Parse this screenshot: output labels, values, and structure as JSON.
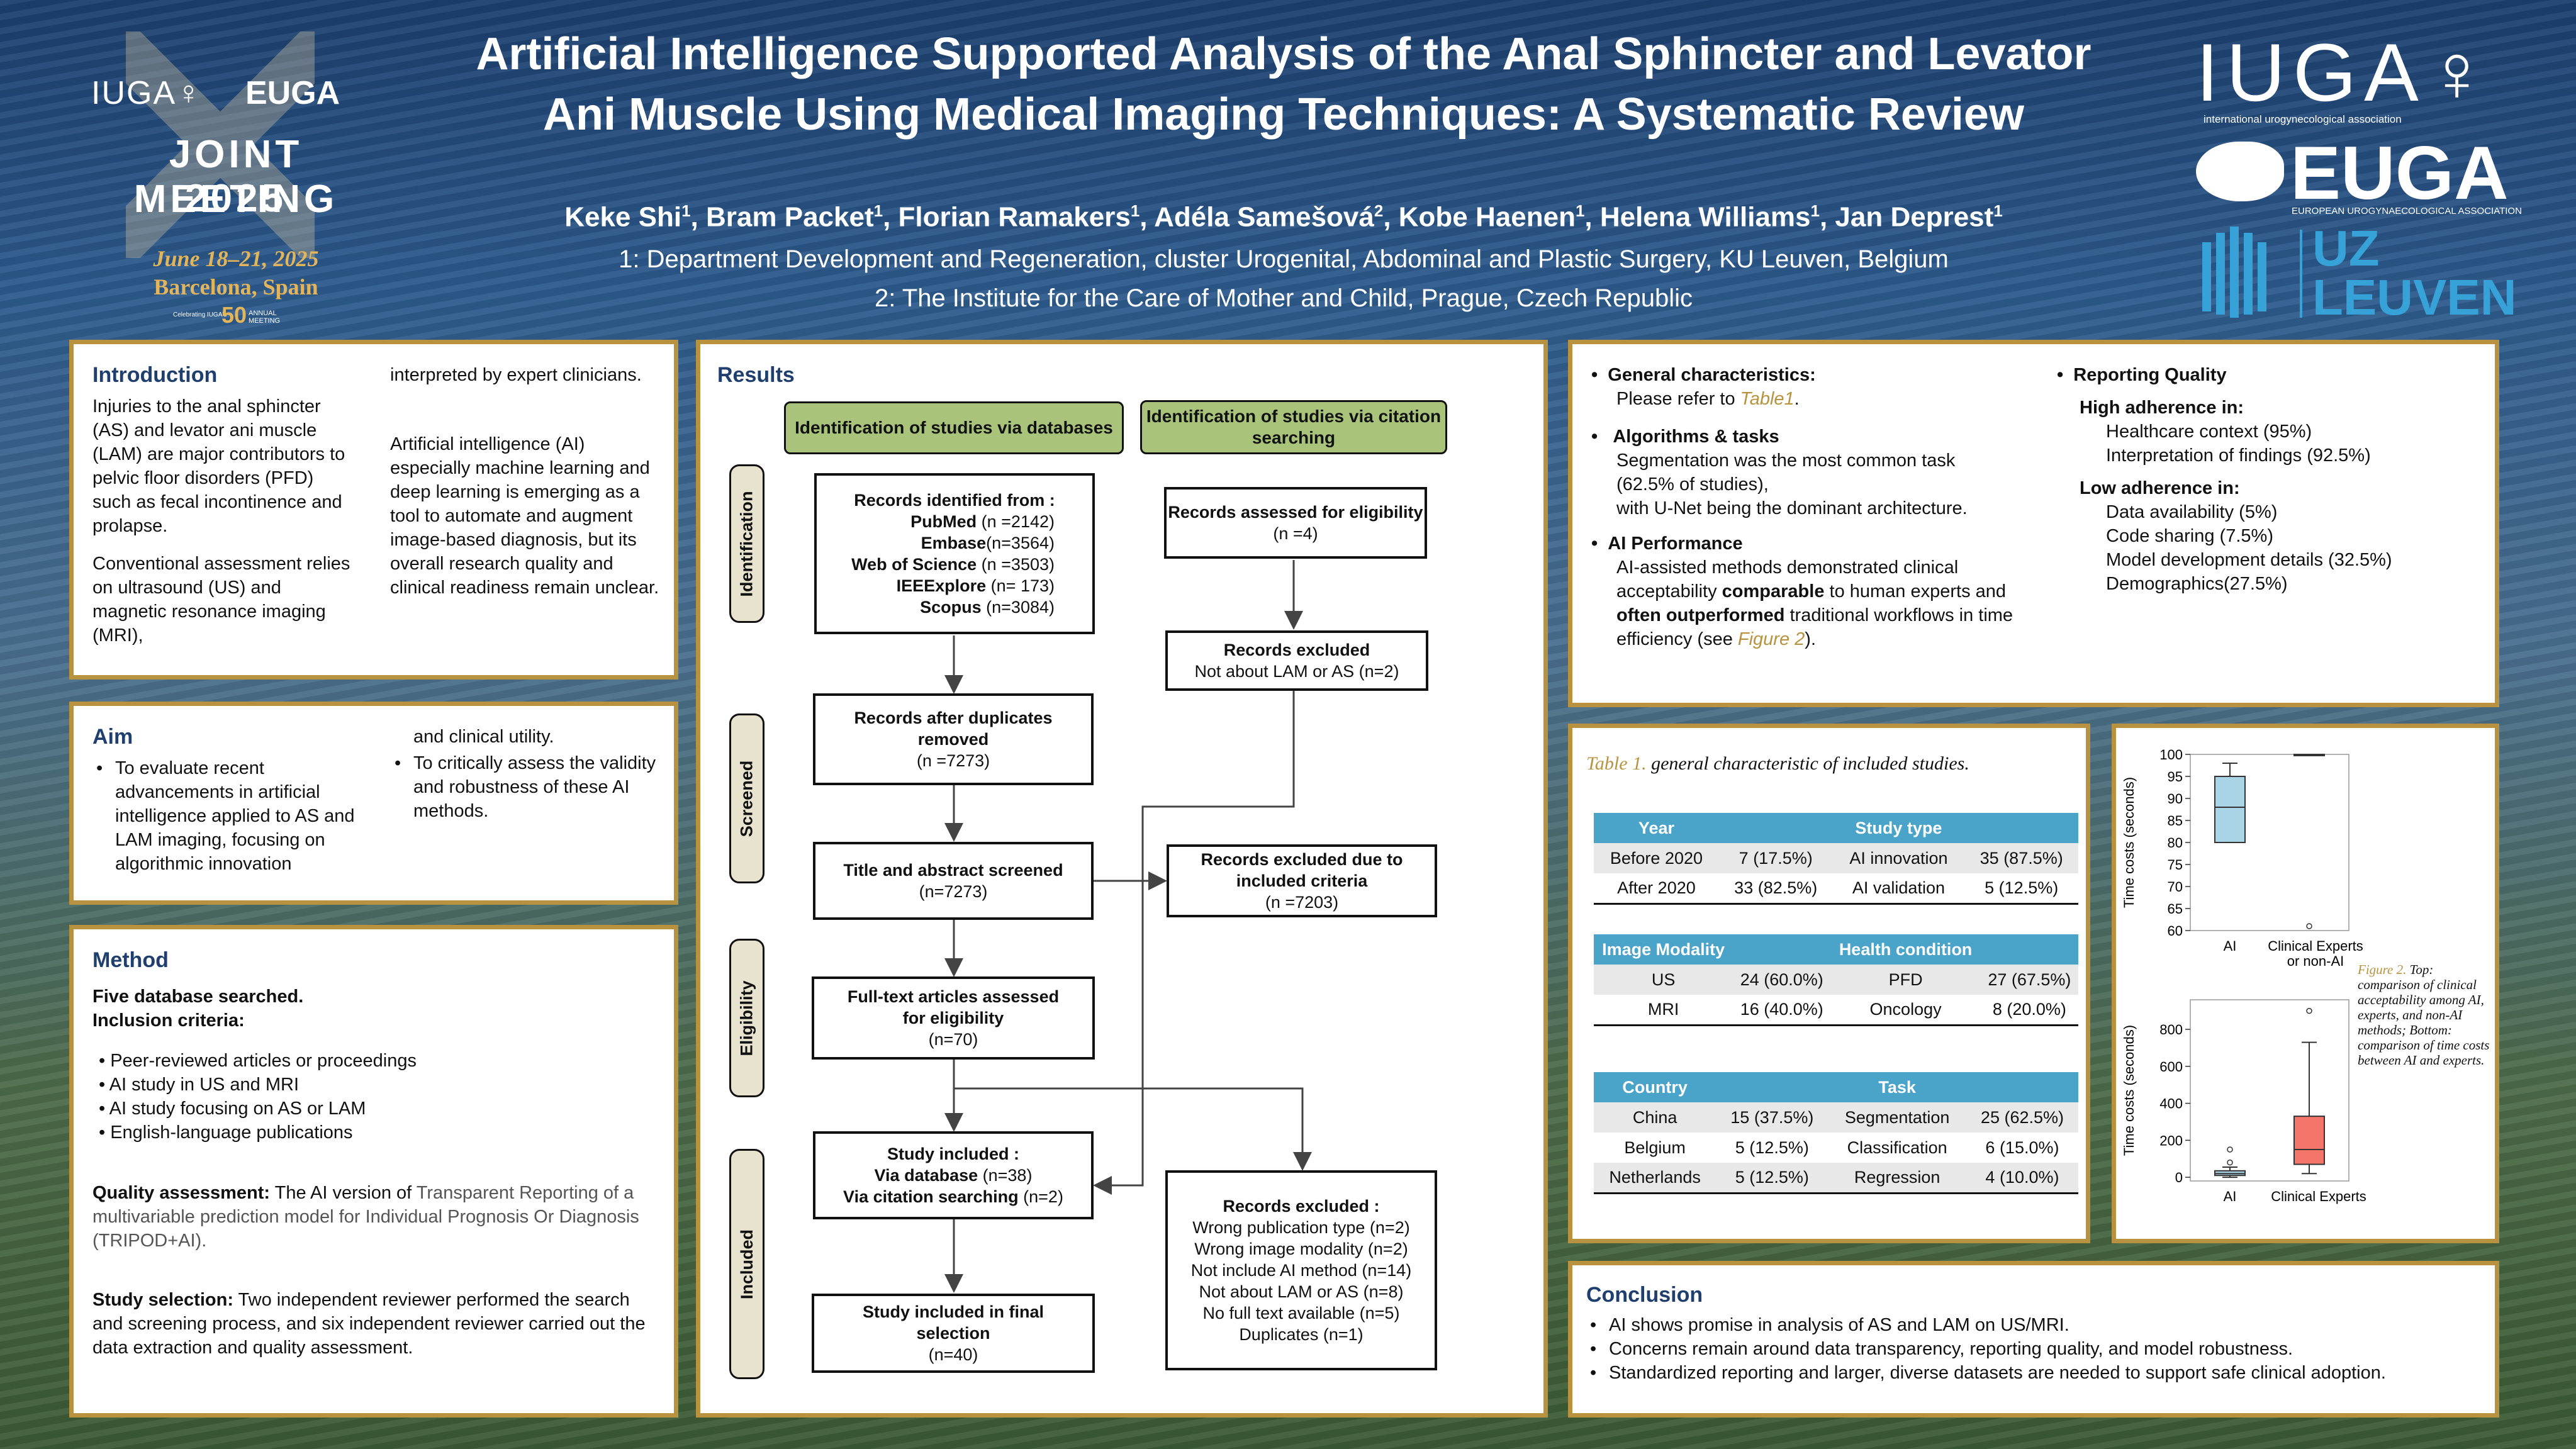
{
  "header": {
    "title": "Artificial Intelligence Supported Analysis of the Anal Sphincter and Levator Ani Muscle Using Medical Imaging Techniques: A Systematic Review",
    "authors": [
      {
        "name": "Keke Shi",
        "sup": "1"
      },
      {
        "name": "Bram Packet",
        "sup": "1"
      },
      {
        "name": "Florian Ramakers",
        "sup": "1"
      },
      {
        "name": "Adéla Samešová",
        "sup": "2"
      },
      {
        "name": "Kobe Haenen",
        "sup": "1"
      },
      {
        "name": "Helena Williams",
        "sup": "1"
      },
      {
        "name": "Jan Deprest",
        "sup": "1"
      }
    ],
    "affiliation1": "1: Department Development and Regeneration, cluster Urogenital, Abdominal and Plastic Surgery, KU Leuven, Belgium",
    "affiliation2": "2: The Institute for the Care of Mother and Child, Prague, Czech Republic"
  },
  "meeting_logo": {
    "line1": "IUGA♀",
    "line2": "EUGA",
    "main": "JOINT MEETING",
    "year": "2025",
    "dates": "June 18–21, 2025",
    "place": "Barcelona, Spain",
    "anniv_prefix": "Celebrating IUGA's",
    "anniv": "50",
    "anniv_suffix": "ANNUAL MEETING"
  },
  "right_logos": {
    "iuga": "IUGA♀",
    "iuga_sub": "international urogynecological association",
    "euga": "EUGA",
    "euga_sub": "EUROPEAN UROGYNAECOLOGICAL ASSOCIATION",
    "uz1": "UZ",
    "uz2": "LEUVEN"
  },
  "introduction": {
    "heading": "Introduction",
    "p1": "Injuries to the anal sphincter (AS) and levator ani muscle (LAM) are major contributors to pelvic floor disorders (PFD) such as fecal incontinence and prolapse.",
    "p2": "Conventional assessment relies on ultrasound (US) and magnetic resonance imaging (MRI),",
    "p3": "interpreted by expert clinicians.",
    "p4": "Artificial intelligence (AI) especially machine learning and deep learning is emerging as a tool to automate and augment image-based diagnosis, but its overall research quality and clinical readiness remain unclear."
  },
  "aim": {
    "heading": "Aim",
    "b1": "To evaluate recent advancements in artificial intelligence applied to AS and LAM imaging, focusing on algorithmic innovation",
    "b1cont": "and clinical utility.",
    "b2": "To critically assess the validity and robustness of these AI methods."
  },
  "method": {
    "heading": "Method",
    "l1": "Five database searched.",
    "l2": "Inclusion criteria:",
    "criteria": [
      "Peer-reviewed articles or proceedings",
      "AI study in US and MRI",
      "AI study focusing on AS or LAM",
      "English-language publications"
    ],
    "qa_label": "Quality assessment:",
    "qa_text1": " The AI version of ",
    "qa_text2": "Transparent Reporting of a multivariable prediction model for Individual Prognosis Or Diagnosis (TRIPOD+AI).",
    "ss_label": "Study selection:",
    "ss_text": " Two independent reviewer performed the search and screening process, and six independent reviewer carried out the data extraction and quality assessment."
  },
  "results": {
    "heading": "Results",
    "id_db": "Identification of studies via databases",
    "id_cite": "Identification of studies via citation searching",
    "stages": [
      "Identification",
      "Screened",
      "Eligibility",
      "Included"
    ],
    "rec_id_title": "Records identified from :",
    "rec_id_lines": [
      {
        "b": "PubMed",
        "t": " (n =2142)"
      },
      {
        "b": "Embase",
        "t": "(n=3564)"
      },
      {
        "b": "Web of Science",
        "t": " (n =3503)"
      },
      {
        "b": "IEEExplore",
        "t": " (n= 173)"
      },
      {
        "b": "Scopus",
        "t": " (n=3084)"
      }
    ],
    "rec_assessed": "Records assessed for eligibility",
    "rec_assessed_n": "(n =4)",
    "rec_excl": "Records excluded",
    "rec_excl_t": "Not about LAM or AS (n=2)",
    "after_dup": "Records after duplicates removed",
    "after_dup_n": "(n =7273)",
    "title_abs": "Title and abstract screened",
    "title_abs_n": "(n=7273)",
    "excl_crit": "Records excluded due to included criteria",
    "excl_crit_n": "(n =7203)",
    "fulltext": "Full-text articles assessed for eligibility",
    "fulltext_n": "(n=70)",
    "included": "Study included :",
    "inc_db_b": "Via database",
    "inc_db_t": " (n=38)",
    "inc_cite_b": "Via citation searching",
    "inc_cite_t": " (n=2)",
    "excl2_title": "Records excluded :",
    "excl2_lines": [
      "Wrong publication type (n=2)",
      "Wrong image modality (n=2)",
      "Not include AI method (n=14)",
      "Not about LAM or AS (n=8)",
      "No full text available (n=5)",
      "Duplicates (n=1)"
    ],
    "final": "Study included in final selection",
    "final_n": "(n=40)"
  },
  "general": {
    "gc_head": "General characteristics:",
    "gc_text1": "Please refer to ",
    "gc_link": "Table1",
    "alg_head": "Algorithms & tasks",
    "alg_text": "Segmentation was the most common task (62.5% of studies),",
    "alg_text2": "with U-Net being the dominant architecture.",
    "perf_head": "AI Performance",
    "perf_a": "AI-assisted methods demonstrated clinical acceptability ",
    "perf_b": "comparable",
    "perf_c": " to human experts and ",
    "perf_d": "often outperformed",
    "perf_e": " traditional workflows in time efficiency (see ",
    "perf_link": "Figure 2",
    "perf_f": ").",
    "rq_head": "Reporting Quality",
    "high_head": "High adherence in:",
    "high": [
      "Healthcare context (95%)",
      "Interpretation of findings (92.5%)"
    ],
    "low_head": "Low adherence in:",
    "low": [
      "Data availability (5%)",
      "Code sharing (7.5%)",
      "Model development details (32.5%)",
      "Demographics(27.5%)"
    ]
  },
  "table1": {
    "caption_a": "Table 1.",
    "caption_b": " general characteristic of included studies.",
    "t1_headers": [
      "Year",
      "Study type"
    ],
    "t1_rows": [
      [
        "Before 2020",
        "7 (17.5%)",
        "AI innovation",
        "35 (87.5%)"
      ],
      [
        "After 2020",
        "33 (82.5%)",
        "AI validation",
        "5 (12.5%)"
      ]
    ],
    "t2_headers": [
      "Image Modality",
      "Health condition"
    ],
    "t2_rows": [
      [
        "US",
        "24 (60.0%)",
        "PFD",
        "27 (67.5%)"
      ],
      [
        "MRI",
        "16 (40.0%)",
        "Oncology",
        "8 (20.0%)"
      ]
    ],
    "t3_headers": [
      "Country",
      "Task"
    ],
    "t3_rows": [
      [
        "China",
        "15 (37.5%)",
        "Segmentation",
        "25 (62.5%)"
      ],
      [
        "Belgium",
        "5 (12.5%)",
        "Classification",
        "6 (15.0%)"
      ],
      [
        "Netherlands",
        "5 (12.5%)",
        "Regression",
        "4 (10.0%)"
      ]
    ]
  },
  "figure2": {
    "caption_a": "Figure 2.",
    "caption_b": " Top: comparison of clinical acceptability among AI, experts, and non-AI methods; Bottom: comparison of time costs between AI and experts."
  },
  "chart_data": [
    {
      "type": "box",
      "ylabel": "Time costs (seconds)",
      "ylim": [
        60,
        100
      ],
      "yticks": [
        60,
        65,
        70,
        75,
        80,
        85,
        90,
        95,
        100
      ],
      "categories": [
        "AI",
        "Clinical Experts or non-AI"
      ],
      "boxes": [
        {
          "name": "AI",
          "whislo": 80,
          "q1": 80,
          "med": 88,
          "q3": 95,
          "whishi": 98,
          "fliers": [],
          "color": "#a9d4e6"
        },
        {
          "name": "Clinical Experts or non-AI",
          "whislo": 100,
          "q1": 100,
          "med": 100,
          "q3": 100,
          "whishi": 100,
          "fliers": [
            61
          ],
          "color": "#f4a09a"
        }
      ]
    },
    {
      "type": "box",
      "ylabel": "Time costs (seconds)",
      "ylim": [
        -20,
        960
      ],
      "yticks": [
        0,
        200,
        400,
        600,
        800
      ],
      "categories": [
        "AI",
        "Clinical Experts"
      ],
      "boxes": [
        {
          "name": "AI",
          "whislo": 0,
          "q1": 10,
          "med": 20,
          "q3": 35,
          "whishi": 55,
          "fliers": [
            80,
            150
          ],
          "color": "#a9d4e6"
        },
        {
          "name": "Clinical Experts",
          "whislo": 20,
          "q1": 70,
          "med": 150,
          "q3": 330,
          "whishi": 730,
          "fliers": [
            900
          ],
          "color": "#f4766a"
        }
      ]
    }
  ],
  "conclusion": {
    "heading": "Conclusion",
    "items": [
      "AI shows promise in analysis of AS and LAM on US/MRI.",
      "Concerns remain around data transparency, reporting quality, and model robustness.",
      "Standardized reporting and larger, diverse datasets are needed to support safe clinical adoption."
    ]
  }
}
